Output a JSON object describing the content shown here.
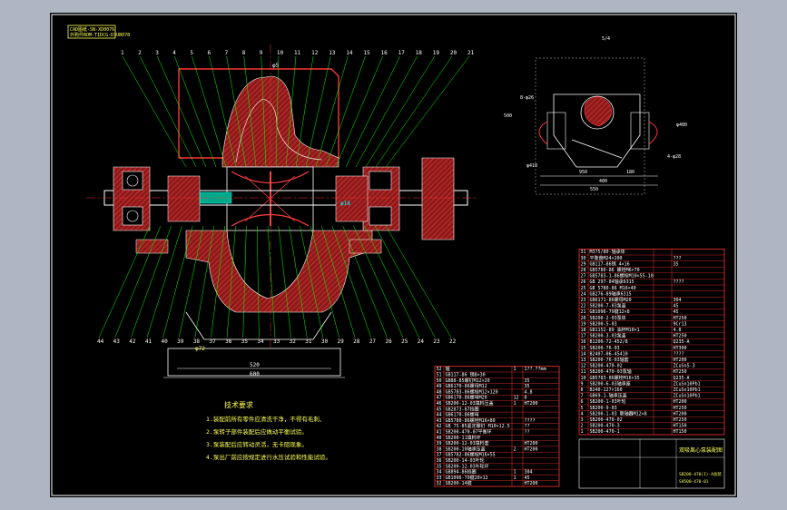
{
  "title_block": {
    "stamp_line1": "CAD图纸-SN-XD0076",
    "stamp_line2": "外购件BOM-TIDCG-D3UB078",
    "drawing_name": "双吸离心泵装配图",
    "drawing_code_1": "SB200-470(I)-A总装",
    "drawing_code_2": "SH500-470-01"
  },
  "tech_requirements": {
    "heading": "技术要求",
    "lines": [
      "1.装配前所有零件应清洗干净，不得有毛刺、",
      "2.泵转子部件装配后应做动平衡试验。",
      "3.泵装配后应转动灵活，无卡阻现象。",
      "4.泵出厂前应按规定进行水压试验和性能试验。"
    ]
  },
  "dimensions": {
    "base_width_1": "520",
    "base_width_2": "600",
    "shaft_dia": "φ72",
    "right_view_width_1": "400",
    "right_view_width_2": "550",
    "right_view_width_3": "950",
    "right_view_width_4": "180",
    "right_view_height": "500",
    "top_label": "φ5",
    "top_label_2": "5/4",
    "left_label": "8-φ26",
    "right_label": "4-φ28",
    "pitch_left": "φ410",
    "pitch_right": "φ480",
    "flange": "φ18"
  },
  "balloon_numbers_top": [
    "1",
    "2",
    "3",
    "4",
    "5",
    "6",
    "7",
    "8",
    "9",
    "10",
    "11",
    "12",
    "13",
    "14",
    "15",
    "16",
    "17",
    "18",
    "19",
    "20",
    "21"
  ],
  "balloon_numbers_bottom": [
    "44",
    "43",
    "42",
    "41",
    "40",
    "39",
    "38",
    "37",
    "36",
    "35",
    "34",
    "33",
    "32",
    "31",
    "30",
    "29",
    "28",
    "27",
    "26",
    "25",
    "24",
    "23",
    "22"
  ],
  "bom_left": [
    {
      "no": "52",
      "name": "轴",
      "qty": "1",
      "mat": "1??.??mm"
    },
    {
      "no": "51",
      "name": "GB117-86 销8×30",
      "qty": "",
      "mat": ""
    },
    {
      "no": "50",
      "name": "GB88-85螺钉M12×20",
      "qty": "",
      "mat": "35"
    },
    {
      "no": "49",
      "name": "GB6170-86螺母M12",
      "qty": "",
      "mat": "35"
    },
    {
      "no": "48",
      "name": "GB5783-86螺栓M12×120",
      "qty": "",
      "mat": "4.8"
    },
    {
      "no": "47",
      "name": "GB6170-86螺母M20",
      "qty": "12",
      "mat": "8"
    },
    {
      "no": "46",
      "name": "SB200-12-03填料压盖",
      "qty": "1",
      "mat": "HT200"
    },
    {
      "no": "45",
      "name": "GB2873-87挡圈",
      "qty": "",
      "mat": ""
    },
    {
      "no": "44",
      "name": "GB6170-86螺母",
      "qty": "",
      "mat": ""
    },
    {
      "no": "43",
      "name": "GB5780-86螺栓M16×80",
      "qty": "",
      "mat": "????"
    },
    {
      "no": "42",
      "name": "GB 75-85紧定螺钉 M10×12.5",
      "qty": "",
      "mat": "??"
    },
    {
      "no": "41",
      "name": "SB200-470-07平衡环",
      "qty": "",
      "mat": "??"
    },
    {
      "no": "40",
      "name": "SB200-11填料环",
      "qty": "",
      "mat": ""
    },
    {
      "no": "39",
      "name": "SB200-12-03填料套",
      "qty": "",
      "mat": "HT200"
    },
    {
      "no": "38",
      "name": "SB200-10轴承压盖",
      "qty": "2",
      "mat": "HT200"
    },
    {
      "no": "37",
      "name": "GB5782-86螺栓M16×55",
      "qty": "",
      "mat": ""
    },
    {
      "no": "36",
      "name": "SB200-14-03叶轮",
      "qty": "",
      "mat": ""
    },
    {
      "no": "35",
      "name": "SB200-12-03叶轮环",
      "qty": "",
      "mat": ""
    },
    {
      "no": "34",
      "name": "GB894-86挡圈",
      "qty": "1",
      "mat": "304"
    },
    {
      "no": "33",
      "name": "GB1096-79键20×12",
      "qty": "1",
      "mat": "45"
    },
    {
      "no": "32",
      "name": "SB200-14键",
      "qty": "",
      "mat": "HT200"
    }
  ],
  "bom_right": [
    {
      "no": "31",
      "name": "M375/80-轴承体",
      "qty": "",
      "mat": ""
    },
    {
      "no": "30",
      "name": "平衡盘M24×200",
      "qty": "",
      "mat": "???"
    },
    {
      "no": "29",
      "name": "GB117-86销 4×16",
      "qty": "",
      "mat": "35"
    },
    {
      "no": "28",
      "name": "GB5780-86 螺栓M6×70",
      "qty": "",
      "mat": ""
    },
    {
      "no": "27",
      "name": "GB5783-1-86螺栓M10×55-10",
      "qty": "",
      "mat": ""
    },
    {
      "no": "26",
      "name": "GB 297-84轴承6315",
      "qty": "",
      "mat": "????"
    },
    {
      "no": "25",
      "name": "GB 5780-86 M16×40",
      "qty": "",
      "mat": ""
    },
    {
      "no": "24",
      "name": "GB276-89轴承6315",
      "qty": "",
      "mat": ""
    },
    {
      "no": "23",
      "name": "GB6171-86螺母M20",
      "qty": "",
      "mat": "304"
    },
    {
      "no": "22",
      "name": "SB200-7-03泵盖",
      "qty": "",
      "mat": "45"
    },
    {
      "no": "21",
      "name": "GB1096-79键12×8",
      "qty": "",
      "mat": "45"
    },
    {
      "no": "20",
      "name": "SB200-2-03泵体",
      "qty": "",
      "mat": "HT250"
    },
    {
      "no": "19",
      "name": "SB200-5-03",
      "qty": "",
      "mat": "9Cr13"
    },
    {
      "no": "18",
      "name": "GB1152-89 油杯M10×1",
      "qty": "",
      "mat": "4.8"
    },
    {
      "no": "17",
      "name": "SB200-3-03泵盖",
      "qty": "",
      "mat": "HT250"
    },
    {
      "no": "16",
      "name": "B1200-72-452/8",
      "qty": "",
      "mat": "Q235-A"
    },
    {
      "no": "15",
      "name": "SB200-76-03",
      "qty": "",
      "mat": "HT300"
    },
    {
      "no": "14",
      "name": "B2407-06-45410",
      "qty": "",
      "mat": "????"
    },
    {
      "no": "13",
      "name": "SB200-76-03轴套",
      "qty": "",
      "mat": "HT200"
    },
    {
      "no": "12",
      "name": "SB200-470-02",
      "qty": "",
      "mat": "ZCuSn5-3"
    },
    {
      "no": "11",
      "name": "SB200-470-03泵轴",
      "qty": "",
      "mat": "HT250"
    },
    {
      "no": "10",
      "name": "GB5783-86螺栓M16×35",
      "qty": "",
      "mat": "Q235-A"
    },
    {
      "no": "9",
      "name": "SB200-6-03轴承座",
      "qty": "",
      "mat": "ZCuSn10Pb1"
    },
    {
      "no": "8",
      "name": "B240-127×160",
      "qty": "",
      "mat": "ZCuSn10Pb1"
    },
    {
      "no": "7",
      "name": "GB69-1-轴承压盖",
      "qty": "",
      "mat": "ZCuSn10Pb1"
    },
    {
      "no": "6",
      "name": "SB200-1-03叶轮",
      "qty": "",
      "mat": "HT200"
    },
    {
      "no": "5",
      "name": "SB200-9-03",
      "qty": "",
      "mat": "HT250"
    },
    {
      "no": "4",
      "name": "SB200-1-03 联轴器M12×8",
      "qty": "",
      "mat": "HT200"
    },
    {
      "no": "3",
      "name": "SB200-470-02",
      "qty": "",
      "mat": "HT250"
    },
    {
      "no": "2",
      "name": "SB200-470-3",
      "qty": "",
      "mat": "HT150"
    },
    {
      "no": "1",
      "name": "SB200-470-1",
      "qty": "",
      "mat": "HT150"
    }
  ],
  "colors": {
    "background": "#000000",
    "frame_outer": "#aeb6c3",
    "section_hatch": "#cc2222",
    "lines_white": "#ffffff",
    "leaders_green": "#00ff00",
    "centerline_red": "#ff3333",
    "text_yellow": "#ffff55",
    "dims_cyan": "#00ffff"
  }
}
